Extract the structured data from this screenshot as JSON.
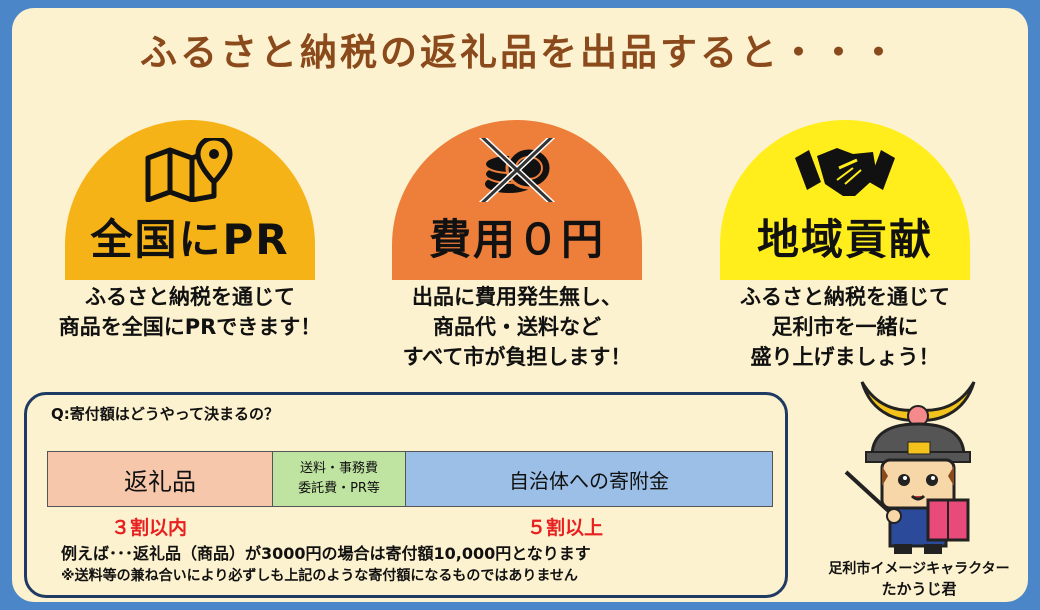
{
  "title": "ふるさと納税の返礼品を出品すると・・・",
  "benefits": [
    {
      "icon": "map-pin-icon",
      "heading": "全国にPR",
      "lines": [
        "ふるさと納税を通じて",
        "商品を全国にPRできます！"
      ],
      "color": "#f6b317"
    },
    {
      "icon": "crossed-coins-icon",
      "heading": "費用０円",
      "lines": [
        "出品に費用発生無し、",
        "商品代・送料など",
        "すべて市が負担します！"
      ],
      "color": "#ee7f3a"
    },
    {
      "icon": "handshake-icon",
      "heading": "地域貢献",
      "lines": [
        "ふるさと納税を通じて",
        "足利市を一緒に",
        "盛り上げましょう！"
      ],
      "color": "#ffee1c"
    }
  ],
  "qa": {
    "question": "Q:寄付額はどうやって決まるの？",
    "segments": [
      {
        "label": "返礼品",
        "share": 0.3,
        "color": "#f6c7aa"
      },
      {
        "label_line1": "送料・事務費",
        "label_line2": "委託費・PR等",
        "color": "#bfe3a0"
      },
      {
        "label": "自治体への寄附金",
        "share": 0.5,
        "color": "#9bbfe6"
      }
    ],
    "percent_left": "３割以内",
    "percent_right": "５割以上",
    "example": "例えば･･･返礼品（商品）が3000円の場合は寄付額10,000円となります",
    "note": "※送料等の兼ね合いにより必ずしも上記のような寄付額になるものではありません"
  },
  "mascot": {
    "caption_line1": "足利市イメージキャラクター",
    "caption_line2": "たかうじ君"
  }
}
